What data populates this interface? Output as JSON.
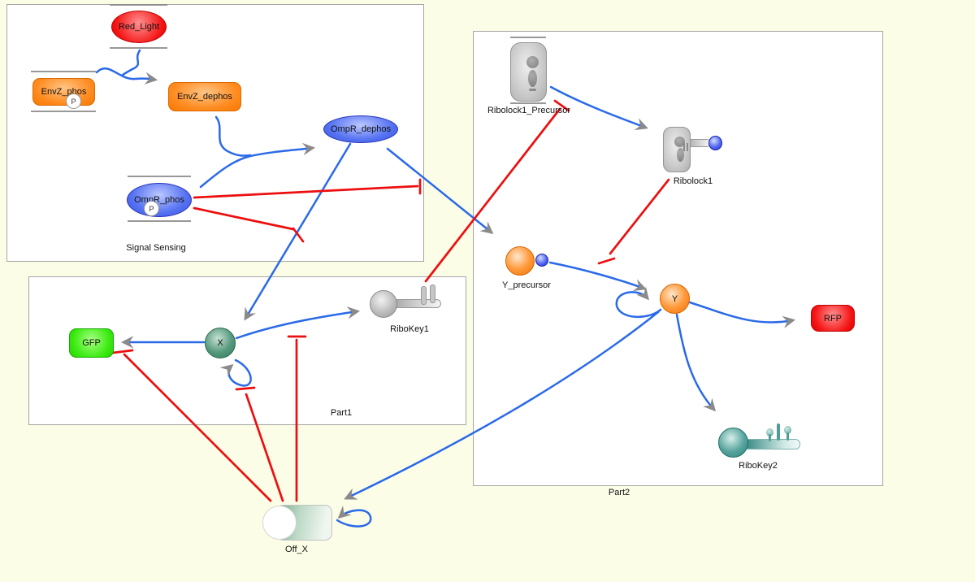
{
  "app": {
    "background": "#FCFDE6"
  },
  "colors": {
    "activation_edge": "#2A6AE8",
    "inhibition_edge": "#ED0F0F",
    "arrowhead": "#8A8A8A",
    "species_line": "#8A8A8A"
  },
  "compartments": {
    "signal_sensing": {
      "label": "Signal Sensing"
    },
    "part1": {
      "label": "Part1"
    },
    "part2": {
      "label": "Part2"
    }
  },
  "species": {
    "red_light": {
      "label": "Red_Light"
    },
    "envz_phos": {
      "label": "EnvZ_phos",
      "state": "P"
    },
    "envz_dephos": {
      "label": "EnvZ_dephos"
    },
    "ompr_dephos": {
      "label": "OmpR_dephos"
    },
    "ompr_phos": {
      "label": "OmpR_phos",
      "state": "P"
    },
    "gfp": {
      "label": "GFP"
    },
    "x": {
      "label": "X"
    },
    "ribokey1": {
      "label": "RiboKey1"
    },
    "ribolock1_precursor": {
      "label": "Ribolock1_Precursor"
    },
    "ribolock1": {
      "label": "Ribolock1"
    },
    "y_precursor": {
      "label": "Y_precursor"
    },
    "y": {
      "label": "Y"
    },
    "rfp": {
      "label": "RFP"
    },
    "ribokey2": {
      "label": "RiboKey2"
    },
    "off_x": {
      "label": "Off_X"
    }
  }
}
